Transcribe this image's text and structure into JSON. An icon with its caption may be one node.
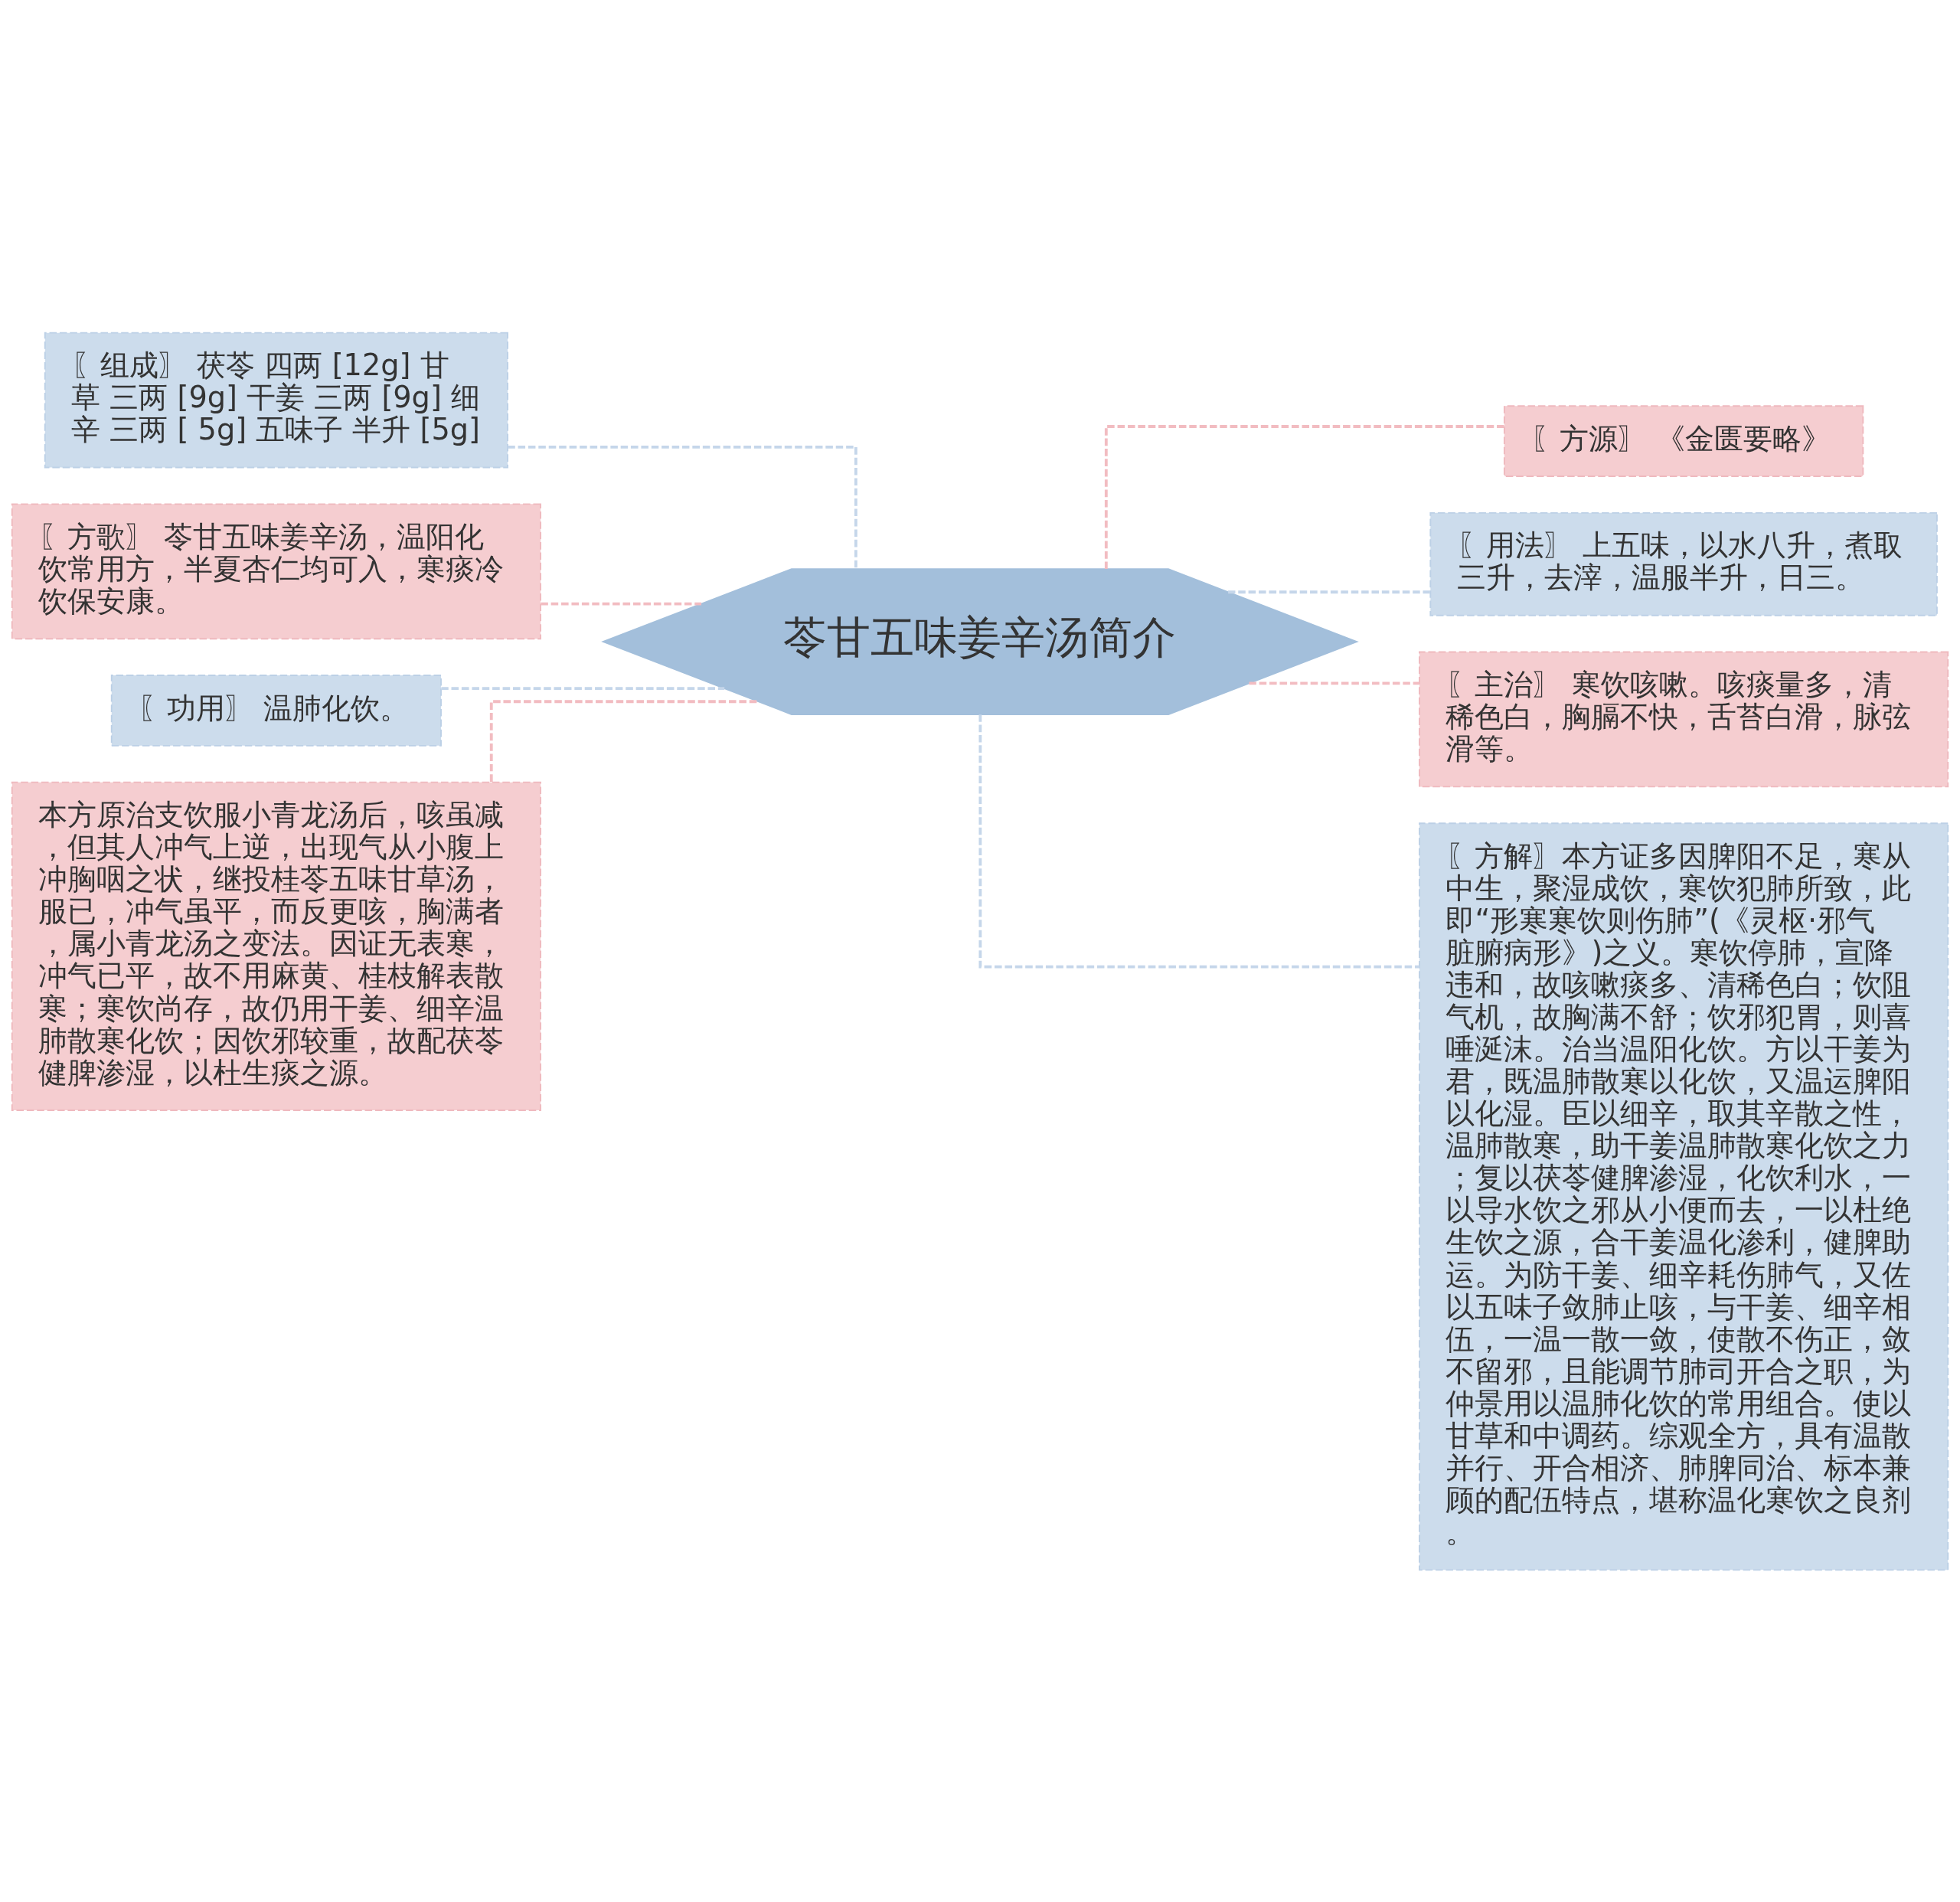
{
  "diagram": {
    "nodes": [
      {
        "text": [
          "苓甘五味姜辛汤简介"
        ]
      },
      {
        "text": [
          "〖组成〗 茯苓 四两 [12g] 甘草 三两 [9g] 干姜 三两 [9g] 细辛 三两 [ 5g] 五味子 半升 [5g]"
        ]
      },
      {
        "text": [
          "〖方歌〗 苓甘五味姜辛汤，温阳化饮常用方，半夏杏仁均可入，寒痰冷饮保安康。"
        ]
      },
      {
        "text": [
          "〖功用〗 温肺化饮。"
        ]
      },
      {
        "text": [
          "本方原治支饮服小青龙汤后，咳虽减，但其人冲气上逆，出现气从小腹上冲胸咽之状，继投桂苓五味甘草汤，服已，冲气虽平，而反更咳，胸满者，属小青龙汤之变法。因证无表寒，冲气已平，故不用麻黄、桂枝解表散寒；寒饮尚存，故仍用干姜、细辛温肺散寒化饮；因饮邪较重，故配茯苓健脾渗湿，以杜生痰之源。"
        ]
      },
      {
        "text": [
          "〖方源〗 《金匮要略》"
        ]
      },
      {
        "text": [
          "〖用法〗 上五味，以水八升，煮取三升，去滓，温服半升，日三。"
        ]
      },
      {
        "text": [
          "〖主治〗 寒饮咳嗽。咳痰量多，清稀色白，胸膈不快，舌苔白滑，脉弦滑等。"
        ]
      },
      {
        "text": [
          "〖方解〗本方证多因脾阳不足，寒从中生，聚湿成饮，寒饮犯肺所致，此即“形寒寒饮则伤肺”(《灵枢·邪气脏腑病形》)之义。寒饮停肺，宣降违和，故咳嗽痰多、清稀色白；饮阻气机，故胸满不舒；饮邪犯胃，则喜唾涎沫。治当温阳化饮。方以干姜为君，既温肺散寒以化饮，又温运脾阳以化湿。臣以细辛，取其辛散之性，温肺散寒，助干姜温肺散寒化饮之力；复以茯苓健脾渗湿，化饮利水，一以导水饮之邪从小便而去，一以杜绝生饮之源，合干姜温化渗利，健脾助运。为防干姜、细辛耗伤肺气，又佐以五味子敛肺止咳，与干姜、细辛相伍，一温一散一敛，使散不伤正，敛不留邪，且能调节肺司开合之职，为仲景用以温肺化饮的常用组合。使以甘草和中调药。综观全方，具有温散并行、开合相济、肺脾同治、标本兼顾的配伍特点，堪称温化寒饮之良剂。"
        ]
      }
    ],
    "edges": [
      {
        "from": 1,
        "to": 0,
        "arrow": "none",
        "style": "dashed",
        "color": "#c5d6ea"
      },
      {
        "from": 2,
        "to": 0,
        "arrow": "none",
        "style": "dashed",
        "color": "#f2bcc1"
      },
      {
        "from": 3,
        "to": 0,
        "arrow": "none",
        "style": "dashed",
        "color": "#c5d6ea"
      },
      {
        "from": 4,
        "to": 0,
        "arrow": "none",
        "style": "dashed",
        "color": "#f2bcc1"
      },
      {
        "from": 0,
        "to": 5,
        "arrow": "none",
        "style": "dashed",
        "color": "#f2bcc1"
      },
      {
        "from": 0,
        "to": 6,
        "arrow": "none",
        "style": "dashed",
        "color": "#c5d6ea"
      },
      {
        "from": 0,
        "to": 7,
        "arrow": "none",
        "style": "dashed",
        "color": "#f2bcc1"
      },
      {
        "from": 0,
        "to": 8,
        "arrow": "none",
        "style": "dashed",
        "color": "#c5d6ea"
      }
    ]
  }
}
